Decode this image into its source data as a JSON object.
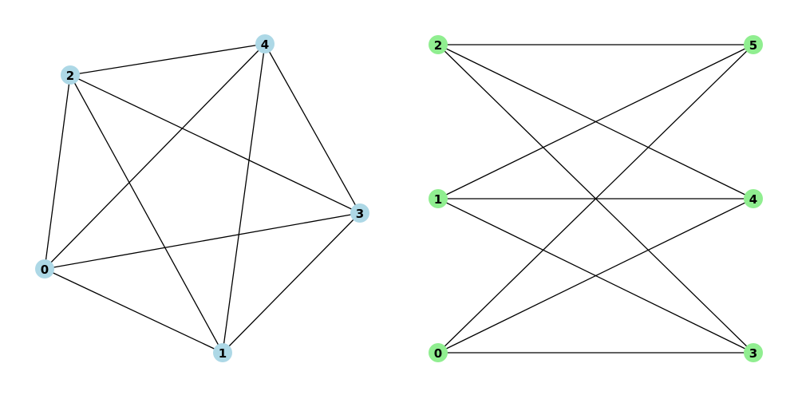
{
  "graphs": [
    {
      "name": "complete-graph-k5",
      "node_color": "#add8e6",
      "nodes": [
        {
          "id": "0",
          "label": "0"
        },
        {
          "id": "1",
          "label": "1"
        },
        {
          "id": "2",
          "label": "2"
        },
        {
          "id": "3",
          "label": "3"
        },
        {
          "id": "4",
          "label": "4"
        }
      ],
      "edges": [
        [
          "0",
          "1"
        ],
        [
          "0",
          "2"
        ],
        [
          "0",
          "3"
        ],
        [
          "0",
          "4"
        ],
        [
          "1",
          "2"
        ],
        [
          "1",
          "3"
        ],
        [
          "1",
          "4"
        ],
        [
          "2",
          "3"
        ],
        [
          "2",
          "4"
        ],
        [
          "3",
          "4"
        ]
      ]
    },
    {
      "name": "complete-bipartite-k33",
      "node_color": "#90ee90",
      "nodes": [
        {
          "id": "0",
          "label": "0"
        },
        {
          "id": "1",
          "label": "1"
        },
        {
          "id": "2",
          "label": "2"
        },
        {
          "id": "3",
          "label": "3"
        },
        {
          "id": "4",
          "label": "4"
        },
        {
          "id": "5",
          "label": "5"
        }
      ],
      "edges": [
        [
          "0",
          "3"
        ],
        [
          "0",
          "4"
        ],
        [
          "0",
          "5"
        ],
        [
          "1",
          "3"
        ],
        [
          "1",
          "4"
        ],
        [
          "1",
          "5"
        ],
        [
          "2",
          "3"
        ],
        [
          "2",
          "4"
        ],
        [
          "2",
          "5"
        ]
      ]
    }
  ]
}
